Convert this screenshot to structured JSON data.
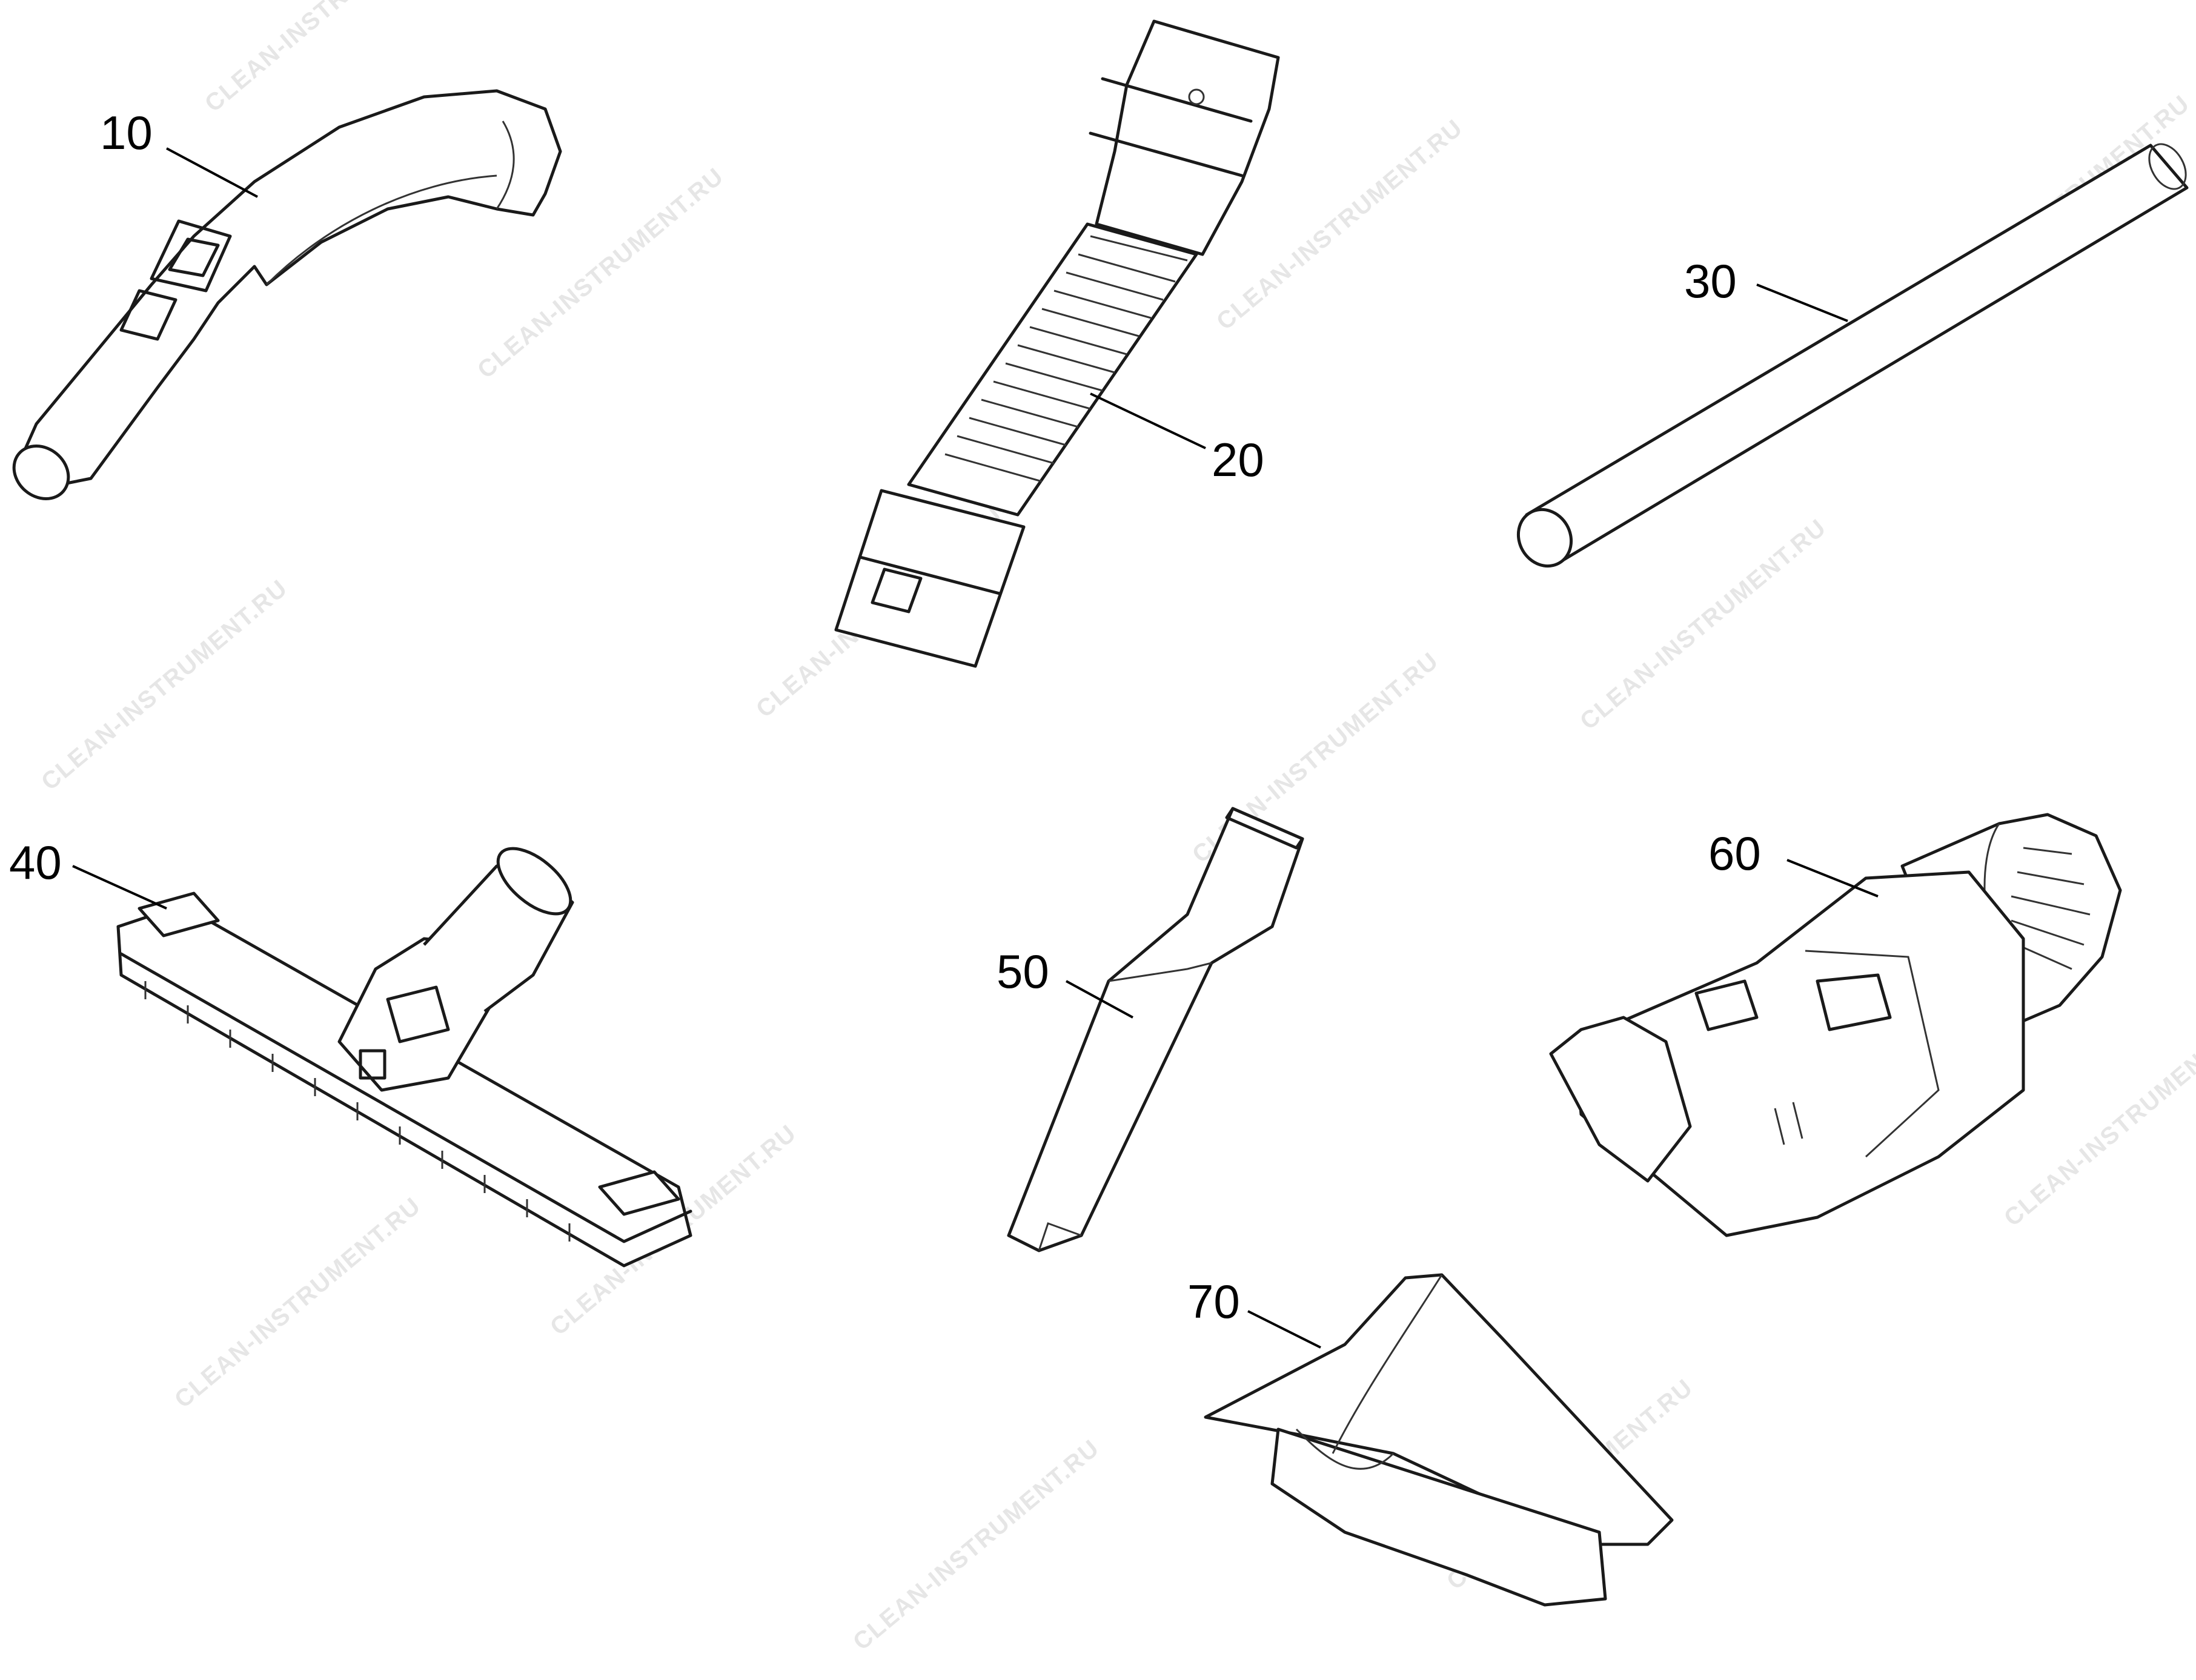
{
  "watermark": {
    "text": "CLEAN-INSTRUMENT.RU"
  },
  "parts": [
    {
      "id": "handle",
      "callout": "10",
      "icon": "hose-handle-icon"
    },
    {
      "id": "flexible-hose",
      "callout": "20",
      "icon": "flexible-hose-icon"
    },
    {
      "id": "suction-tube",
      "callout": "30",
      "icon": "suction-tube-icon"
    },
    {
      "id": "floor-nozzle",
      "callout": "40",
      "icon": "floor-nozzle-icon"
    },
    {
      "id": "crevice-nozzle",
      "callout": "50",
      "icon": "crevice-nozzle-icon"
    },
    {
      "id": "adapter",
      "callout": "60",
      "icon": "adapter-icon"
    },
    {
      "id": "filter-bag",
      "callout": "70",
      "icon": "filter-bag-icon"
    }
  ],
  "colors": {
    "line": "#1a1a1a",
    "watermark": "#e6e6e6",
    "background": "#ffffff"
  }
}
